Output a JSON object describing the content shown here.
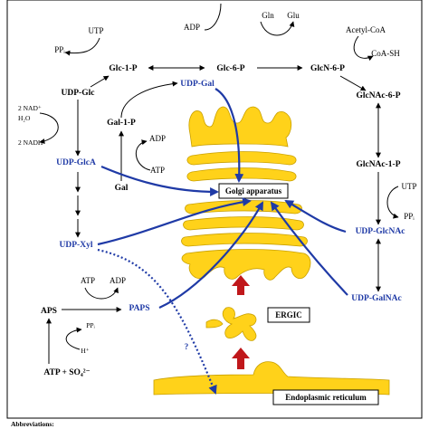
{
  "colors": {
    "organelle": "#ffd21a",
    "organelle_edge": "#c9a000",
    "transport_arrow": "#1f3aa6",
    "vesicle_arrow": "#c0181b"
  },
  "metabolites": {
    "glc1p": "Glc-1-P",
    "glc6p": "Glc-6-P",
    "glcn6p": "GlcN-6-P",
    "udpglc": "UDP-Glc",
    "udpglca": "UDP-GlcA",
    "udpxyl": "UDP-Xyl",
    "gal1p": "Gal-1-P",
    "gal": "Gal",
    "udpgal": "UDP-Gal",
    "glcnac6p": "GlcNAc-6-P",
    "glcnac1p": "GlcNAc-1-P",
    "udpglcnac": "UDP-GlcNAc",
    "udpgalnac": "UDP-GalNAc",
    "aps": "APS",
    "paps": "PAPS",
    "atp_so4": "ATP + SO₄²⁻"
  },
  "cofactors": {
    "adp_top": "ADP",
    "gln": "Gln",
    "glu": "Glu",
    "utp_left": "UTP",
    "ppi_left": "PPᵢ",
    "acetyl_coa": "Acetyl-CoA",
    "coa_sh": "CoA-SH",
    "nad": "2 NAD⁺",
    "h2o": "H₂O",
    "nadh": "2 NADH",
    "adp_gal": "ADP",
    "atp_gal": "ATP",
    "utp_right": "UTP",
    "ppi_right": "PPᵢ",
    "atp_aps": "ATP",
    "adp_aps": "ADP",
    "ppi_aps": "PPᵢ",
    "h_plus": "H⁺",
    "question": "?"
  },
  "compartments": {
    "golgi": "Golgi apparatus",
    "ergic": "ERGIC",
    "er": "Endoplasmic reticulum"
  },
  "footer": {
    "abbreviations": "Abbreviations:"
  }
}
